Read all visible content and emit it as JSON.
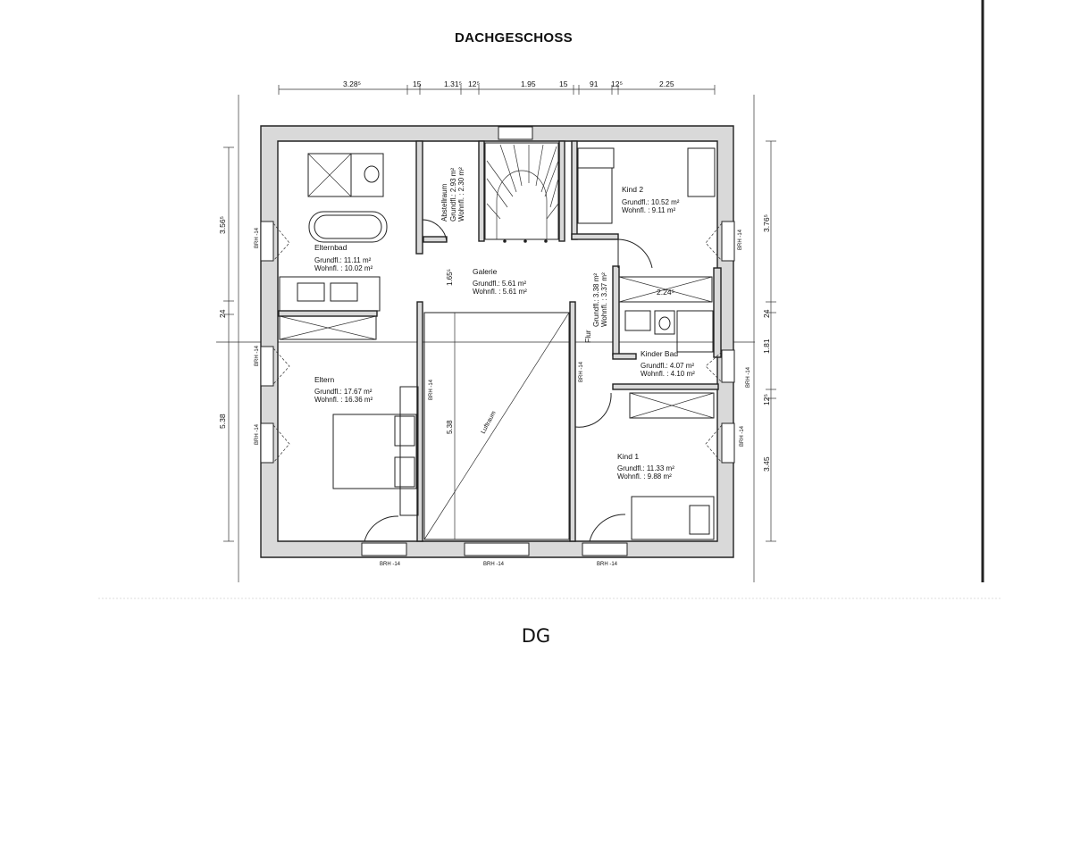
{
  "title": "DACHGESCHOSS",
  "caption": "DG",
  "dimensions_top": [
    "3.28⁵",
    "15",
    "1.31⁵",
    "12⁵",
    "1.95",
    "15",
    "91",
    "12⁵",
    "2.25"
  ],
  "dimensions_left": [
    "3.56⁵",
    "24",
    "5.38"
  ],
  "dimensions_right": [
    "3.76⁵",
    "24",
    "1.81",
    "12⁵",
    "3.45"
  ],
  "inner_dims": {
    "galerie_height": "1.65⁵",
    "luftraum_height": "5.38",
    "kinderbad_width": "2.24⁵"
  },
  "rooms": {
    "elternbad": {
      "name": "Elternbad",
      "grund": "Grundfl.: 11.11 m²",
      "wohn": "Wohnfl. : 10.02 m²"
    },
    "eltern": {
      "name": "Eltern",
      "grund": "Grundfl.: 17.67 m²",
      "wohn": "Wohnfl. : 16.36 m²"
    },
    "abstellraum": {
      "name": "Abstellraum",
      "grund": "Grundfl.: 2.93 m²",
      "wohn": "Wohnfl. : 2.30 m²"
    },
    "galerie": {
      "name": "Galerie",
      "grund": "Grundfl.: 5.61 m²",
      "wohn": "Wohnfl. : 5.61 m²"
    },
    "flur": {
      "name": "Flur",
      "grund": "Grundfl.: 3.38 m²",
      "wohn": "Wohnfl. : 3.37 m²"
    },
    "kind2": {
      "name": "Kind 2",
      "grund": "Grundfl.: 10.52 m²",
      "wohn": "Wohnfl. : 9.11 m²"
    },
    "kinderbad": {
      "name": "Kinder Bad",
      "grund": "Grundfl.: 4.07 m²",
      "wohn": "Wohnfl. : 4.10 m²"
    },
    "kind1": {
      "name": "Kind 1",
      "grund": "Grundfl.: 11.33 m²",
      "wohn": "Wohnfl. : 9.88 m²"
    }
  },
  "luftraum_label": "Luftraum",
  "brh_label": "BRH -14"
}
